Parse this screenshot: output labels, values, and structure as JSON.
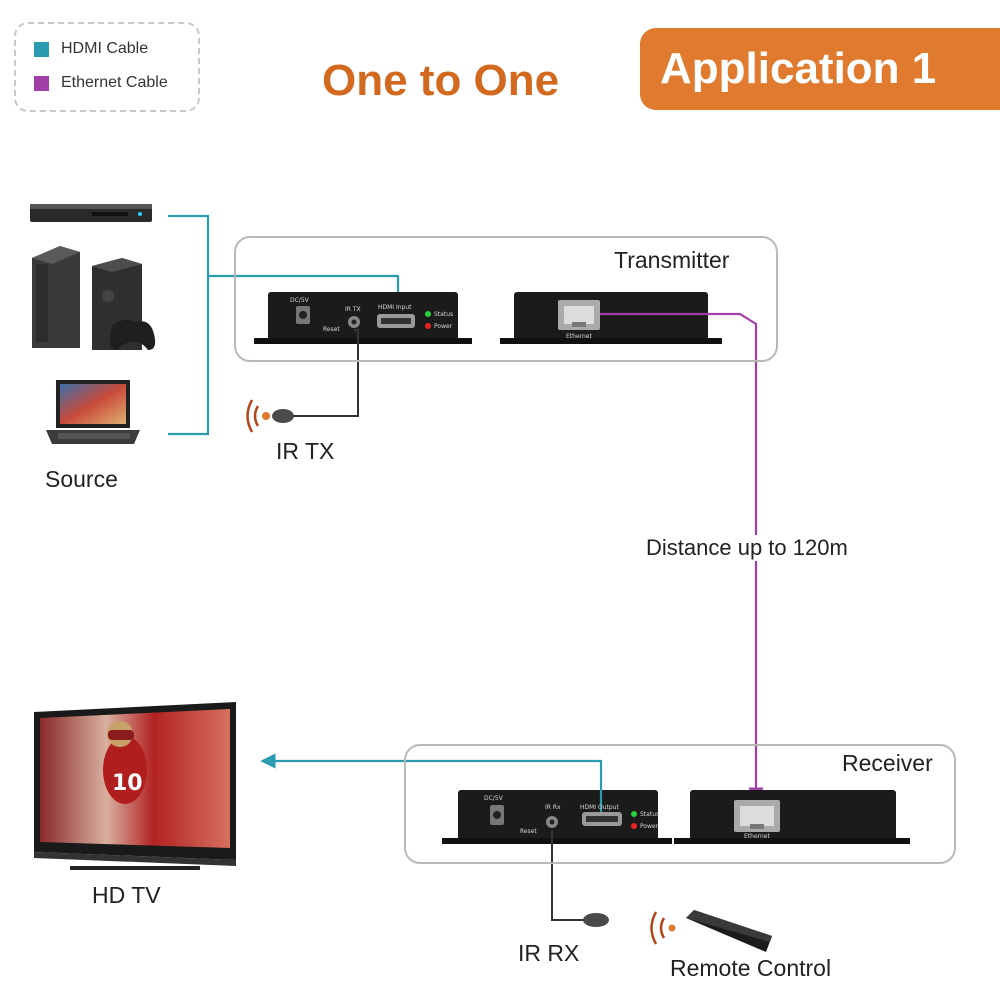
{
  "colors": {
    "hdmi": "#2b9bb0",
    "ethernet": "#a23ea8",
    "accent": "#d2691e",
    "badge": "#e07a2e",
    "device": "#1b1b1b"
  },
  "legend": {
    "hdmi_label": "HDMI Cable",
    "ethernet_label": "Ethernet Cable"
  },
  "title": "One to One",
  "badge": "Application 1",
  "source": {
    "label": "Source"
  },
  "transmitter": {
    "label": "Transmitter",
    "port_dc": "DC/5V",
    "port_ir": "IR TX",
    "port_reset": "Reset",
    "port_hdmi": "HDMI Input",
    "led_status": "Status",
    "led_power": "Power",
    "port_ethernet": "Ethernet"
  },
  "ir_tx": {
    "label": "IR TX"
  },
  "distance": {
    "label": "Distance up to 120m"
  },
  "receiver": {
    "label": "Receiver",
    "port_dc": "DC/5V",
    "port_ir": "IR Rx",
    "port_reset": "Reset",
    "port_hdmi": "HDMI Output",
    "led_status": "Status",
    "led_power": "Power",
    "port_ethernet": "Ethernet"
  },
  "ir_rx": {
    "label": "IR RX"
  },
  "tv": {
    "label": "HD TV",
    "jersey_number": "10"
  },
  "remote": {
    "label": "Remote Control"
  }
}
